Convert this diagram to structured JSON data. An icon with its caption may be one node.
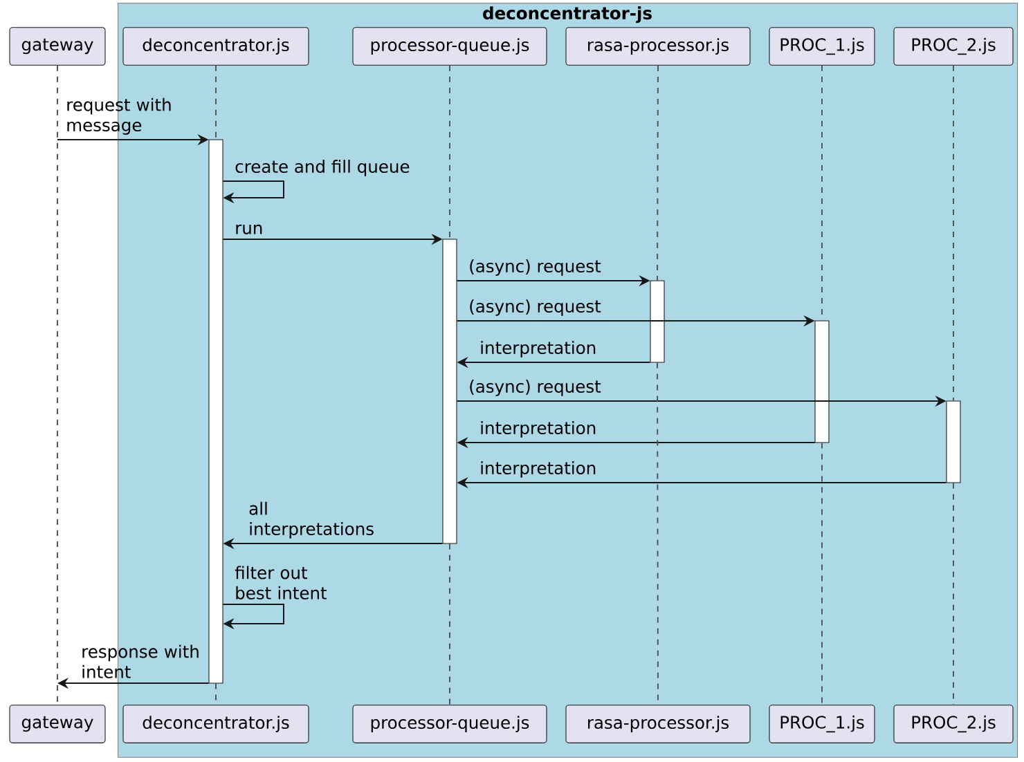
{
  "diagram": {
    "nodes": [
      {
        "text": [
          "deconcentrator-js"
        ]
      },
      {
        "text": [
          "gateway"
        ]
      },
      {
        "text": [
          "deconcentrator.js"
        ],
        "in": 0
      },
      {
        "text": [
          "processor-queue.js"
        ],
        "in": 0
      },
      {
        "text": [
          "rasa-processor.js"
        ],
        "in": 0
      },
      {
        "text": [
          "PROC_1.js"
        ],
        "in": 0
      },
      {
        "text": [
          "PROC_2.js"
        ],
        "in": 0
      },
      {
        "text": [],
        "shape": "bar",
        "in": 0
      },
      {
        "text": [],
        "shape": "bar",
        "in": 0
      },
      {
        "text": [],
        "shape": "bar",
        "in": 0
      },
      {
        "text": [],
        "shape": "bar",
        "in": 0
      },
      {
        "text": [],
        "shape": "bar",
        "in": 0
      },
      {
        "text": [
          "gateway"
        ]
      },
      {
        "text": [
          "deconcentrator.js"
        ],
        "in": 0
      },
      {
        "text": [
          "processor-queue.js"
        ],
        "in": 0
      },
      {
        "text": [
          "rasa-processor.js"
        ],
        "in": 0
      },
      {
        "text": [
          "PROC_1.js"
        ],
        "in": 0
      },
      {
        "text": [
          "PROC_2.js"
        ],
        "in": 0
      }
    ],
    "edges": [
      {
        "from": null,
        "to": 7,
        "arrow": "to",
        "label": "request with message"
      },
      {
        "from": 7,
        "to": 7,
        "arrow": "to",
        "label": "create and fill queue"
      },
      {
        "from": 7,
        "to": 8,
        "arrow": "to",
        "label": "run"
      },
      {
        "from": 8,
        "to": 9,
        "arrow": "to",
        "label": "(async) request"
      },
      {
        "from": 8,
        "to": 10,
        "arrow": "to",
        "label": "(async) request"
      },
      {
        "from": 9,
        "to": 8,
        "arrow": "to",
        "label": "interpretation"
      },
      {
        "from": 8,
        "to": 11,
        "arrow": "to",
        "label": "(async) request"
      },
      {
        "from": 10,
        "to": 8,
        "arrow": "to",
        "label": "interpretation"
      },
      {
        "from": 11,
        "to": 8,
        "arrow": "to",
        "label": "interpretation"
      },
      {
        "from": 8,
        "to": 7,
        "arrow": "to",
        "label": "all interpretations"
      },
      {
        "from": 7,
        "to": 7,
        "arrow": "to",
        "label": "filter out best intent"
      },
      {
        "from": 7,
        "to": null,
        "arrow": "to",
        "label": "response with intent"
      },
      {
        "from": 1,
        "to": 12,
        "arrow": "none",
        "style": "dashed",
        "color": "#555555"
      },
      {
        "from": 2,
        "to": 7,
        "arrow": "none",
        "style": "dashed",
        "color": "#555555"
      },
      {
        "from": 7,
        "to": 13,
        "arrow": "none",
        "style": "dashed",
        "color": "#555555"
      },
      {
        "from": 3,
        "to": 8,
        "arrow": "none",
        "style": "dashed",
        "color": "#555555"
      },
      {
        "from": 8,
        "to": 14,
        "arrow": "none",
        "style": "dashed",
        "color": "#555555"
      },
      {
        "from": 4,
        "to": 9,
        "arrow": "none",
        "style": "dashed",
        "color": "#555555"
      },
      {
        "from": 9,
        "to": 15,
        "arrow": "none",
        "style": "dashed",
        "color": "#555555"
      },
      {
        "from": 5,
        "to": 10,
        "arrow": "none",
        "style": "dashed",
        "color": "#555555"
      },
      {
        "from": 10,
        "to": 16,
        "arrow": "none",
        "style": "dashed",
        "color": "#555555"
      },
      {
        "from": 6,
        "to": 11,
        "arrow": "none",
        "style": "dashed",
        "color": "#555555"
      },
      {
        "from": 11,
        "to": 17,
        "arrow": "none",
        "style": "dashed",
        "color": "#555555"
      }
    ]
  }
}
